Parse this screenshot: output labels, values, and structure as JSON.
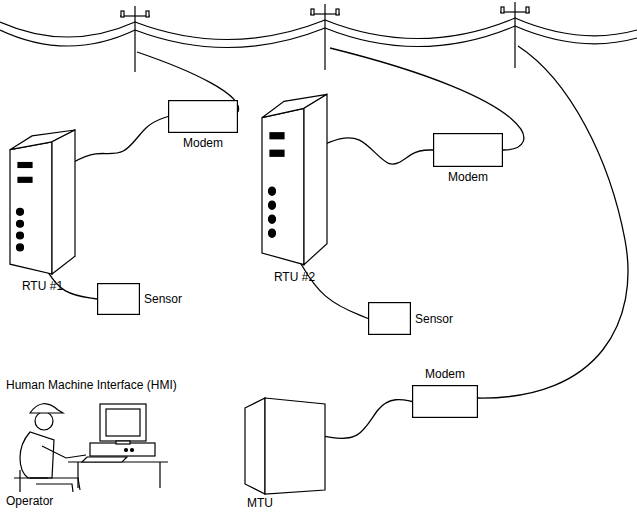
{
  "diagram": {
    "nodes": [
      {
        "text": [
          "RTU #1"
        ]
      },
      {
        "text": [
          "Modem"
        ]
      },
      {
        "text": [
          "Sensor"
        ]
      },
      {
        "text": [
          "RTU #2"
        ]
      },
      {
        "text": [
          "Modem"
        ]
      },
      {
        "text": [
          "Sensor"
        ]
      },
      {
        "text": [
          "MTU"
        ]
      },
      {
        "text": [
          "Modem"
        ]
      }
    ],
    "edges": [
      {
        "from": 0,
        "to": 1,
        "arrow": "none"
      },
      {
        "from": 0,
        "to": 2,
        "arrow": "none"
      },
      {
        "from": 3,
        "to": 4,
        "arrow": "none"
      },
      {
        "from": 3,
        "to": 5,
        "arrow": "none"
      },
      {
        "from": 6,
        "to": 7,
        "arrow": "none"
      }
    ],
    "labels": [
      "Human Machine Interface (HMI)",
      "Operator"
    ]
  }
}
